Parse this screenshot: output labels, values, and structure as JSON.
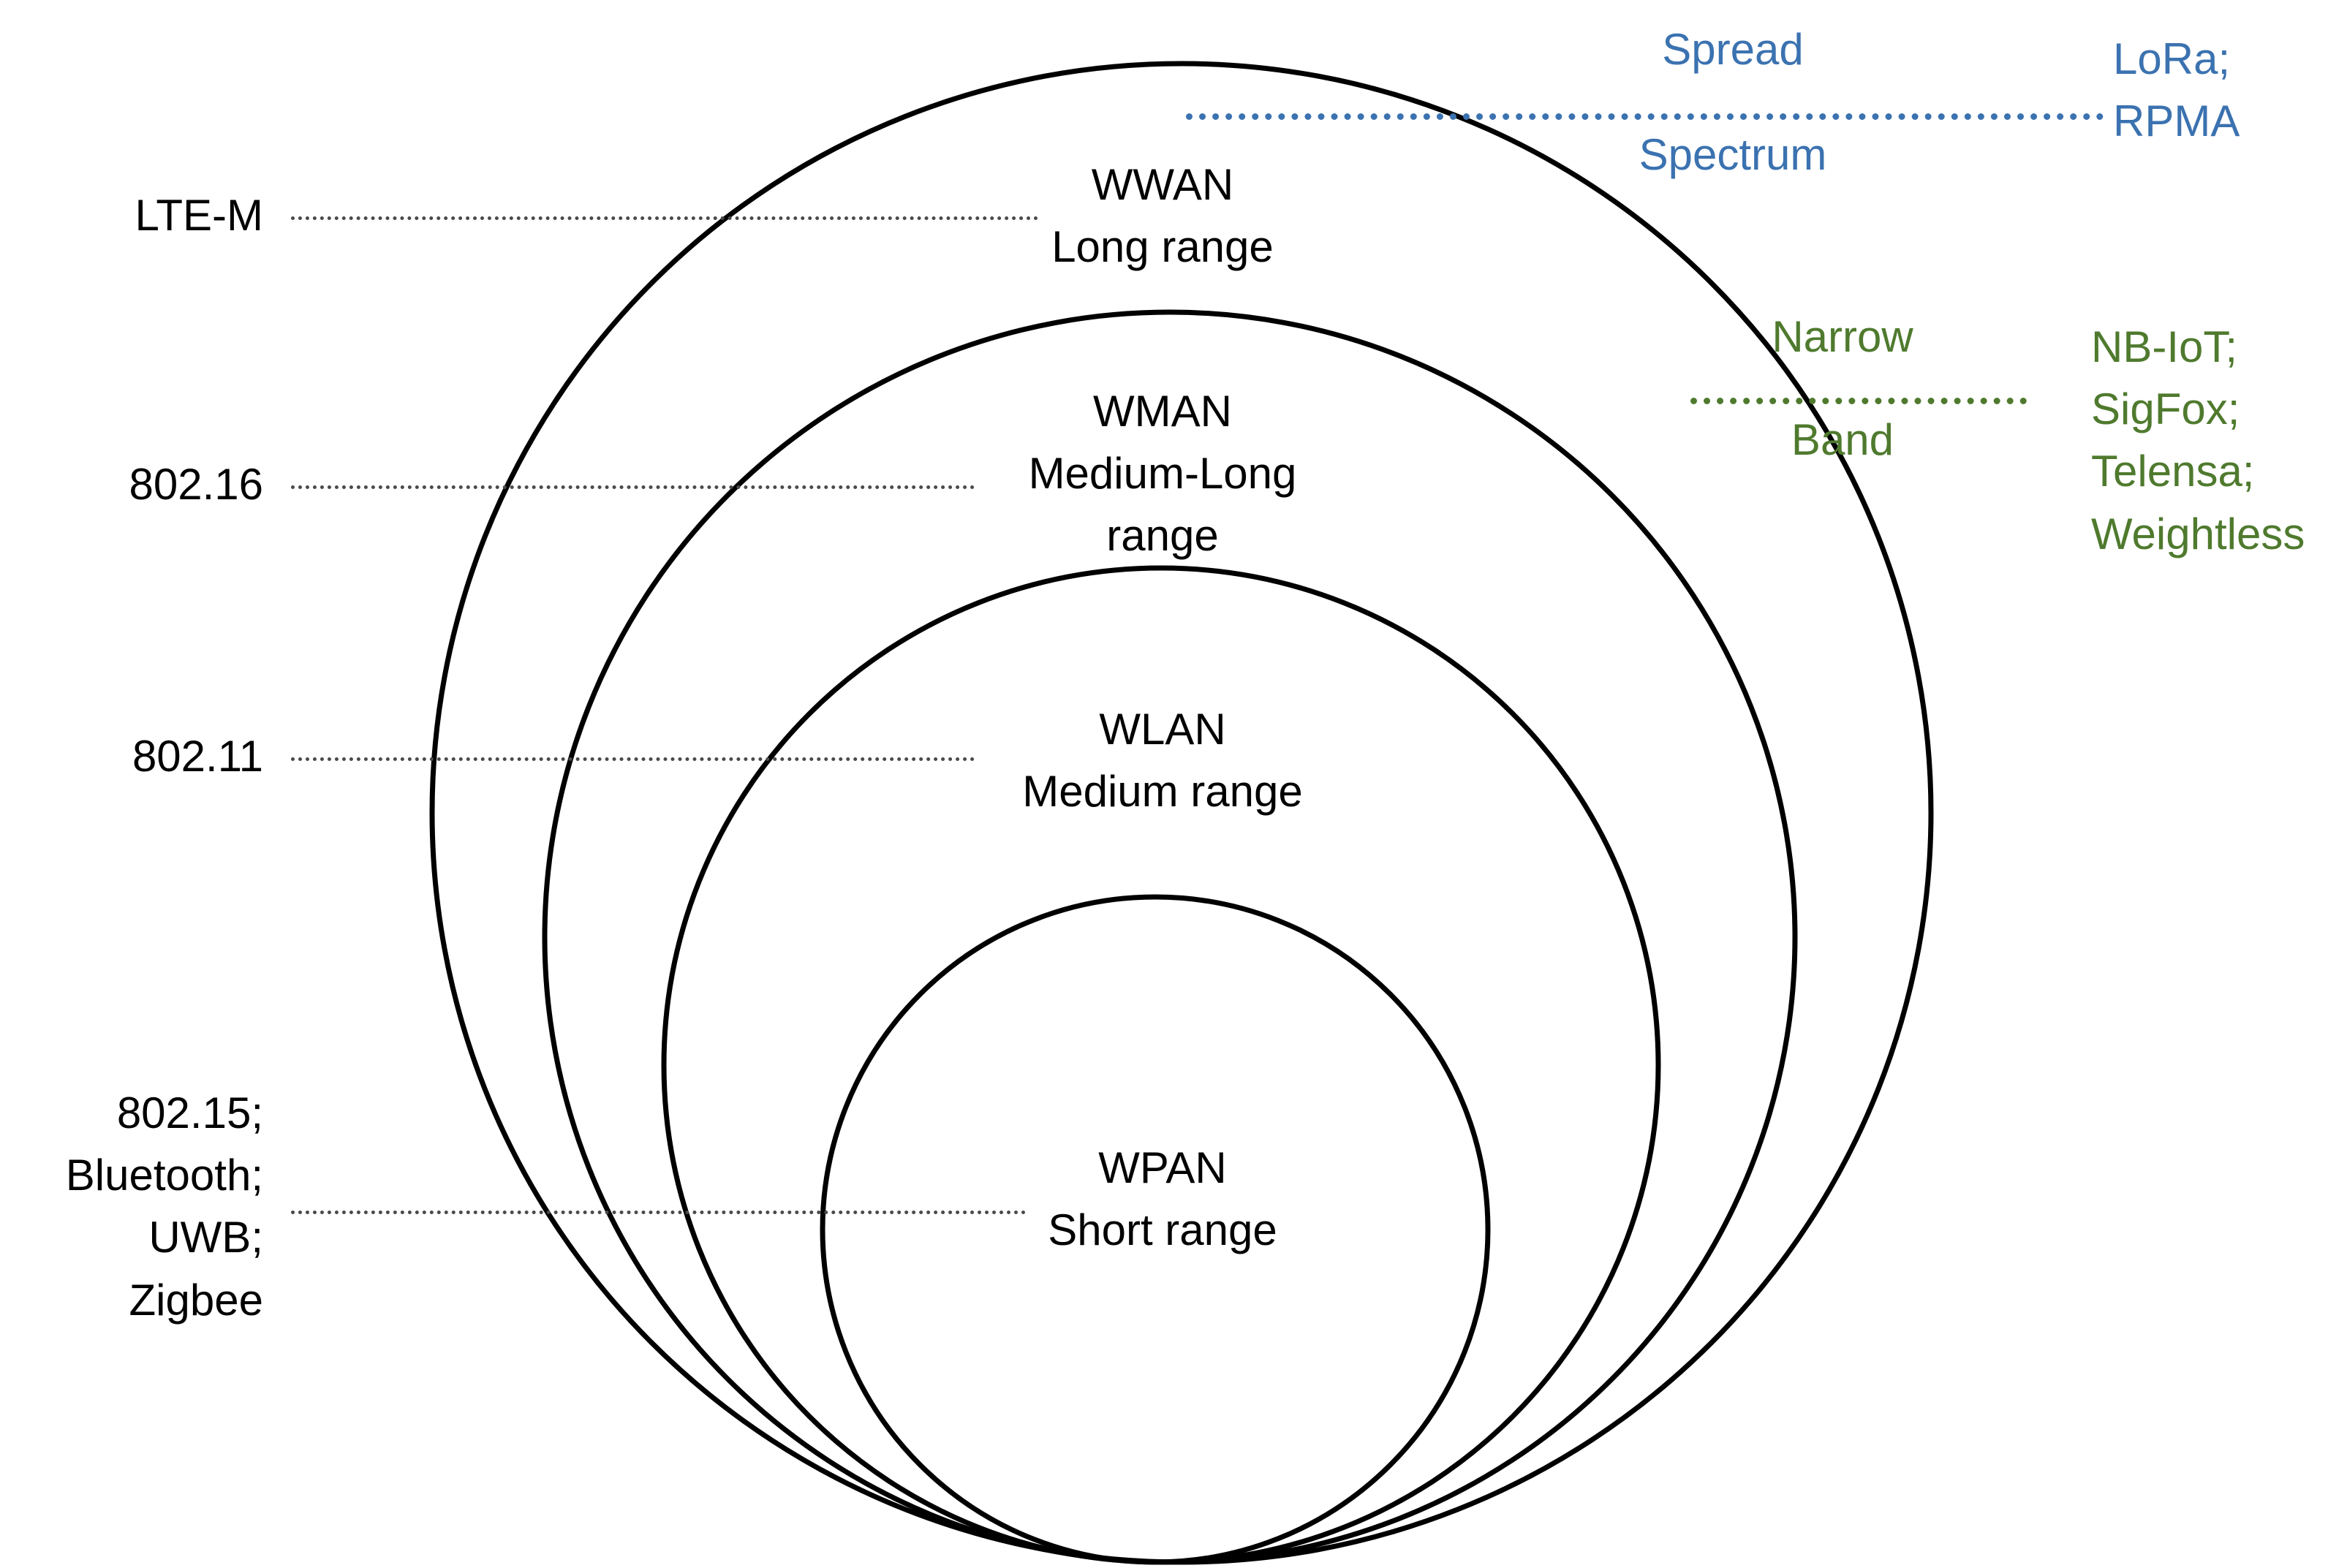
{
  "diagram": {
    "type": "nested-circles-venn",
    "title": "Wireless network classes by range and modulation",
    "background_color": "#ffffff",
    "stroke_color": "#000000",
    "accent_blue": "#3b72b0",
    "accent_green": "#4f7a2e",
    "connector_color": "#4a4a4a"
  },
  "rings": [
    {
      "key": "wwan",
      "acronym": "WWAN",
      "range_text": "Long range",
      "label": "WWAN\nLong range"
    },
    {
      "key": "wman",
      "acronym": "WMAN",
      "range_text": "Medium-Long range",
      "label": "WMAN\nMedium-Long\nrange"
    },
    {
      "key": "wlan",
      "acronym": "WLAN",
      "range_text": "Medium range",
      "label": "WLAN\nMedium range"
    },
    {
      "key": "wpan",
      "acronym": "WPAN",
      "range_text": "Short range",
      "label": "WPAN\nShort range"
    }
  ],
  "left_labels": [
    {
      "key": "lte-m",
      "text": "LTE-M"
    },
    {
      "key": "802-16",
      "text": "802.16"
    },
    {
      "key": "802-11",
      "text": "802.11"
    },
    {
      "key": "802-15",
      "text": "802.15;\nBluetooth;\nUWB;\nZigbee"
    }
  ],
  "modulation_groups": [
    {
      "key": "spread-spectrum",
      "word_top": "Spread",
      "word_bottom": "Spectrum",
      "technologies": "LoRa;\nRPMA",
      "color": "#3b72b0"
    },
    {
      "key": "narrow-band",
      "word_top": "Narrow",
      "word_bottom": "Band",
      "technologies": "NB-IoT;\nSigFox;\nTelensa;\nWeightless",
      "color": "#4f7a2e"
    }
  ]
}
